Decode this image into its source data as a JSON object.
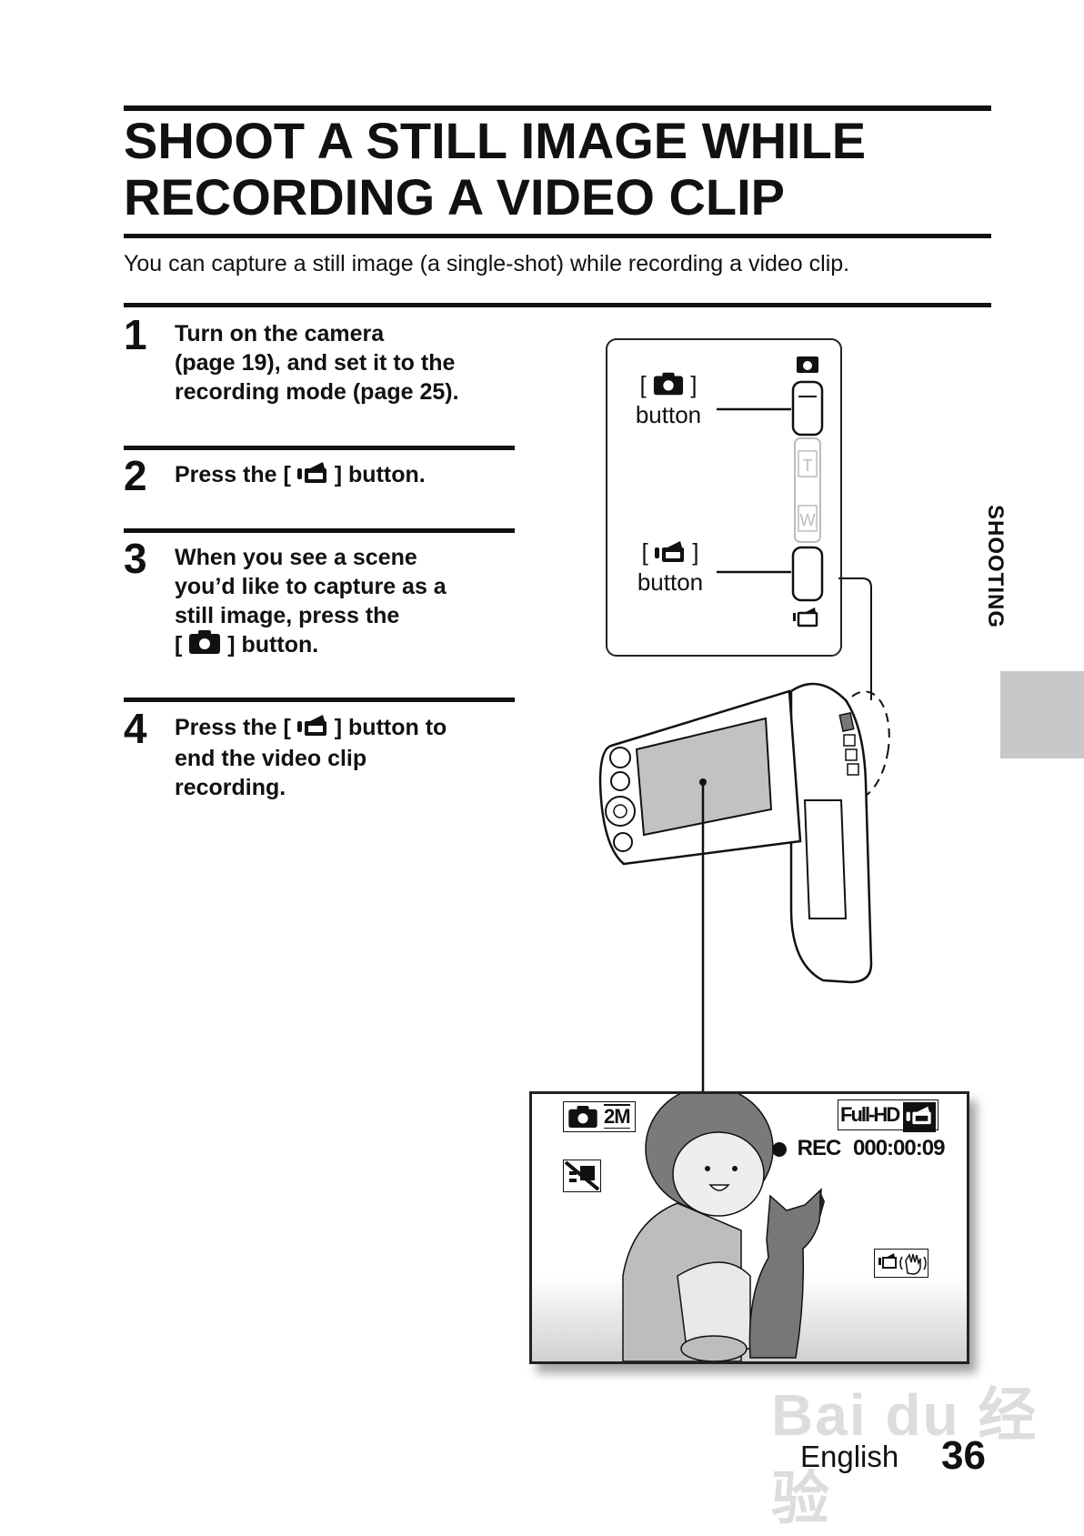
{
  "title_line1": "SHOOT A STILL IMAGE WHILE",
  "title_line2": "RECORDING A VIDEO CLIP",
  "intro": "You can capture a still image (a single-shot) while recording a video clip.",
  "steps": [
    {
      "num": "1",
      "lines": [
        "Turn on the camera",
        "(page 19), and set it to the",
        "recording mode (page 25)."
      ]
    },
    {
      "num": "2",
      "pre": "Press the [",
      "icon": "video-camera-icon",
      "post": "] button."
    },
    {
      "num": "3",
      "lines": [
        "When you see a scene",
        "you’d like to capture as a",
        "still image, press the"
      ],
      "pre": "[",
      "icon": "camera-icon",
      "post": "] button."
    },
    {
      "num": "4",
      "pre": "Press the [",
      "icon": "video-camera-icon",
      "post": "] button to",
      "lines": [
        "end the video clip",
        "recording."
      ]
    }
  ],
  "diagram": {
    "photo_button_open": "[",
    "photo_button_close": "]",
    "photo_button_label": "button",
    "video_button_open": "[",
    "video_button_close": "]",
    "video_button_label": "button",
    "zoom_t": "T",
    "zoom_w": "W"
  },
  "screen": {
    "photo_size": "2M",
    "quality": "Full-HD",
    "rec_label": "REC",
    "rec_time": "000:00:09"
  },
  "side_tab": "SHOOTING",
  "footer": {
    "language": "English",
    "page": "36"
  },
  "watermark": "Bai du 经验"
}
